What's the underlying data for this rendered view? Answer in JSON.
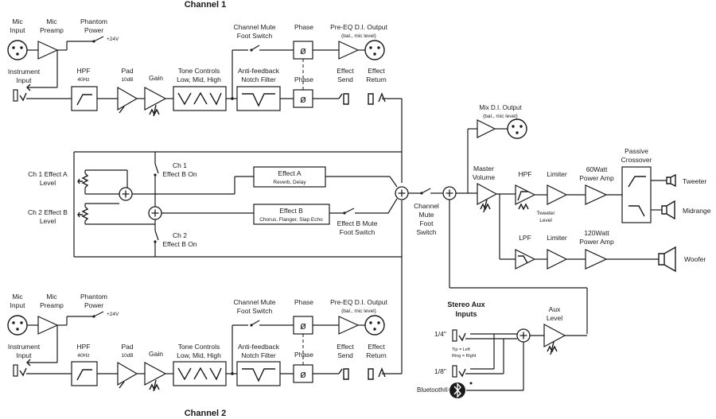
{
  "colors": {
    "line": "#1a1a1a",
    "background": "#ffffff",
    "bluetooth_badge": "#1a1a1a"
  },
  "channel1": {
    "title": "Channel 1",
    "mic_input": [
      "Mic",
      "Input"
    ],
    "mic_preamp": [
      "Mic",
      "Preamp"
    ],
    "phantom_power": [
      "Phantom",
      "Power"
    ],
    "phantom_voltage": "+24V",
    "channel_mute_switch": [
      "Channel Mute",
      "Foot Switch"
    ],
    "phase_top": "Phase",
    "pre_eq_di": [
      "Pre-EQ D.I. Output",
      "(bal., mic level)"
    ],
    "instrument_input": [
      "Instrument",
      "Input"
    ],
    "hpf": [
      "HPF",
      "40Hz"
    ],
    "pad": [
      "Pad",
      "10dB"
    ],
    "gain": "Gain",
    "tone_controls": [
      "Tone Controls",
      "Low, Mid, High"
    ],
    "anti_feedback": [
      "Anti-feedback",
      "Notch Filter"
    ],
    "phase_bottom": "Phase",
    "effect_send": [
      "Effect",
      "Send"
    ],
    "effect_return": [
      "Effect",
      "Return"
    ],
    "phase_symbol": "ø"
  },
  "channel2": {
    "title": "Channel 2",
    "mic_input": [
      "Mic",
      "Input"
    ],
    "mic_preamp": [
      "Mic",
      "Preamp"
    ],
    "phantom_power": [
      "Phantom",
      "Power"
    ],
    "phantom_voltage": "+24V",
    "channel_mute_switch": [
      "Channel Mute",
      "Foot Switch"
    ],
    "phase_top": "Phase",
    "pre_eq_di": [
      "Pre-EQ D.I. Output",
      "(bal., mic level)"
    ],
    "instrument_input": [
      "Instrument",
      "Input"
    ],
    "hpf": [
      "HPF",
      "40Hz"
    ],
    "pad": [
      "Pad",
      "10dB"
    ],
    "gain": "Gain",
    "tone_controls": [
      "Tone Controls",
      "Low, Mid, High"
    ],
    "anti_feedback": [
      "Anti-feedback",
      "Notch Filter"
    ],
    "phase_bottom": "Phase",
    "effect_send": [
      "Effect",
      "Send"
    ],
    "effect_return": [
      "Effect",
      "Return"
    ],
    "phase_symbol": "ø"
  },
  "effects": {
    "ch1_effect_a_level": [
      "Ch 1 Effect A",
      "Level"
    ],
    "ch2_effect_b_level": [
      "Ch 2 Effect B",
      "Level"
    ],
    "ch1_effect_b_on": [
      "Ch 1",
      "Effect B On"
    ],
    "ch2_effect_b_on": [
      "Ch 2",
      "Effect B On"
    ],
    "effect_a": [
      "Effect A",
      "Reverb, Delay"
    ],
    "effect_b": [
      "Effect B",
      "Chorus, Flanger, Slap Echo"
    ],
    "effect_b_mute": [
      "Effect B Mute",
      "Foot Switch"
    ],
    "channel_mute": [
      "Channel",
      "Mute",
      "Foot",
      "Switch"
    ]
  },
  "output": {
    "mix_di": [
      "Mix D.I. Output",
      "(bal., mic level)"
    ],
    "master_volume": [
      "Master",
      "Volume"
    ],
    "hpf": "HPF",
    "limiter_top": "Limiter",
    "power_amp_60": [
      "60Watt",
      "Power Amp"
    ],
    "tweeter_level": [
      "Tweeter",
      "Level"
    ],
    "passive_crossover": [
      "Passive",
      "Crossover"
    ],
    "tweeter": "Tweeter",
    "midrange": "Midrange",
    "lpf": "LPF",
    "limiter_bottom": "Limiter",
    "power_amp_120": [
      "120Watt",
      "Power Amp"
    ],
    "woofer": "Woofer"
  },
  "aux": {
    "stereo_aux_inputs": [
      "Stereo Aux",
      "Inputs"
    ],
    "quarter_inch": "1/4\"",
    "eighth_inch": "1/8\"",
    "tip_ring": [
      "Tip = Left",
      "Ring = Right"
    ],
    "bluetooth": "Bluetooth®",
    "aux_level": [
      "Aux",
      "Level"
    ]
  }
}
